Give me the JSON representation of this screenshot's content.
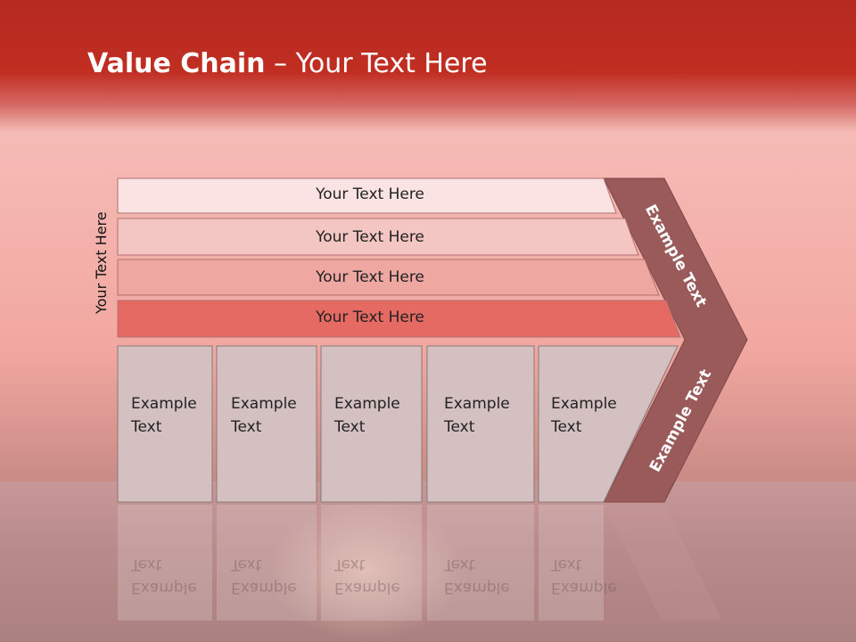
{
  "slide": {
    "title_bold": "Value Chain",
    "title_rest": " – Your Text Here",
    "side_label": "Your Text Here"
  },
  "rows": [
    {
      "label": "Your Text Here",
      "color": "#fbe3e3"
    },
    {
      "label": "Your Text Here",
      "color": "#f4c6c3"
    },
    {
      "label": "Your Text Here",
      "color": "#eea7a1"
    },
    {
      "label": "Your Text Here",
      "color": "#e56a63"
    }
  ],
  "cells": [
    {
      "line1": "Example",
      "line2": "Text"
    },
    {
      "line1": "Example",
      "line2": "Text"
    },
    {
      "line1": "Example",
      "line2": "Text"
    },
    {
      "line1": "Example",
      "line2": "Text"
    },
    {
      "line1": "Example",
      "line2": "Text"
    }
  ],
  "margin_arrow": {
    "top_label": "Example Text",
    "bottom_label": "Example Text",
    "color": "#9a5a5a"
  }
}
